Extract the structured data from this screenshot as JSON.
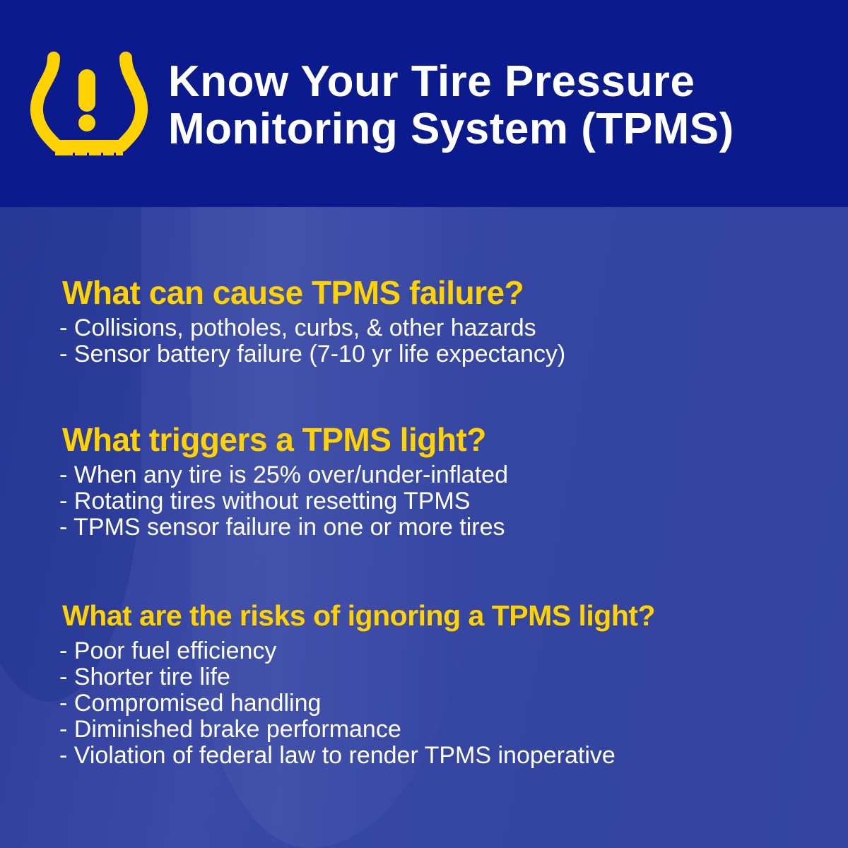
{
  "header": {
    "title_line1": "Know Your Tire Pressure",
    "title_line2": "Monitoring System (TPMS)",
    "icon": "tpms-warning-icon"
  },
  "colors": {
    "header_bg": "#0b1a8c",
    "accent": "#ffd200",
    "body_bg": "#34449f"
  },
  "sections": [
    {
      "heading": "What can cause TPMS failure?",
      "items": [
        "- Collisions, potholes, curbs, & other hazards",
        "- Sensor battery failure (7-10 yr life expectancy)"
      ]
    },
    {
      "heading": "What triggers a TPMS light?",
      "items": [
        "- When any tire is 25% over/under-inflated",
        "- Rotating tires without resetting TPMS",
        "- TPMS sensor failure in one or more tires"
      ]
    },
    {
      "heading": "What are the risks of ignoring a TPMS light?",
      "items": [
        "- Poor fuel efficiency",
        "- Shorter tire life",
        "- Compromised handling",
        "- Diminished brake performance",
        "- Violation of federal law to render TPMS inoperative"
      ]
    }
  ]
}
